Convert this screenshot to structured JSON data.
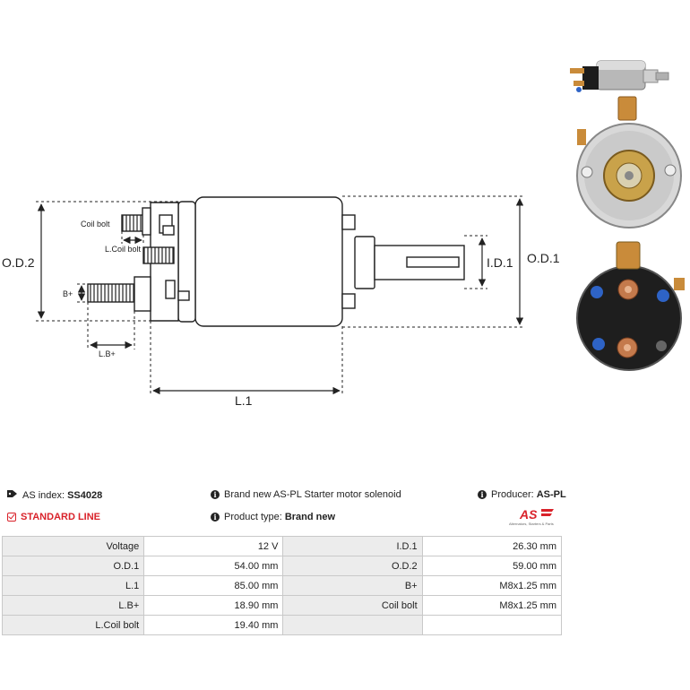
{
  "diagram": {
    "labels": {
      "coil_bolt": "Coil bolt",
      "l_coil_bolt": "L.Coil bolt",
      "b_plus": "B+",
      "l_b_plus": "L.B+",
      "od2": "O.D.2",
      "od1": "O.D.1",
      "id1": "I.D.1",
      "l1": "L.1"
    }
  },
  "info": {
    "as_index_label": "AS index:",
    "as_index_value": "SS4028",
    "line": "STANDARD LINE",
    "description": "Brand new AS-PL Starter motor solenoid",
    "product_type_label": "Product type:",
    "product_type_value": "Brand new",
    "producer_label": "Producer:",
    "producer_value": "AS-PL",
    "logo_text": "AS",
    "logo_tagline": "Alternators, Starters & Parts"
  },
  "colors": {
    "accent": "#d9222a"
  },
  "specs": [
    [
      {
        "k": "Voltage",
        "v": "12 V"
      },
      {
        "k": "I.D.1",
        "v": "26.30 mm"
      }
    ],
    [
      {
        "k": "O.D.1",
        "v": "54.00 mm"
      },
      {
        "k": "O.D.2",
        "v": "59.00 mm"
      }
    ],
    [
      {
        "k": "L.1",
        "v": "85.00 mm"
      },
      {
        "k": "B+",
        "v": "M8x1.25 mm"
      }
    ],
    [
      {
        "k": "L.B+",
        "v": "18.90 mm"
      },
      {
        "k": "Coil bolt",
        "v": "M8x1.25 mm"
      }
    ],
    [
      {
        "k": "L.Coil bolt",
        "v": "19.40 mm"
      },
      {
        "k": "",
        "v": ""
      }
    ]
  ]
}
